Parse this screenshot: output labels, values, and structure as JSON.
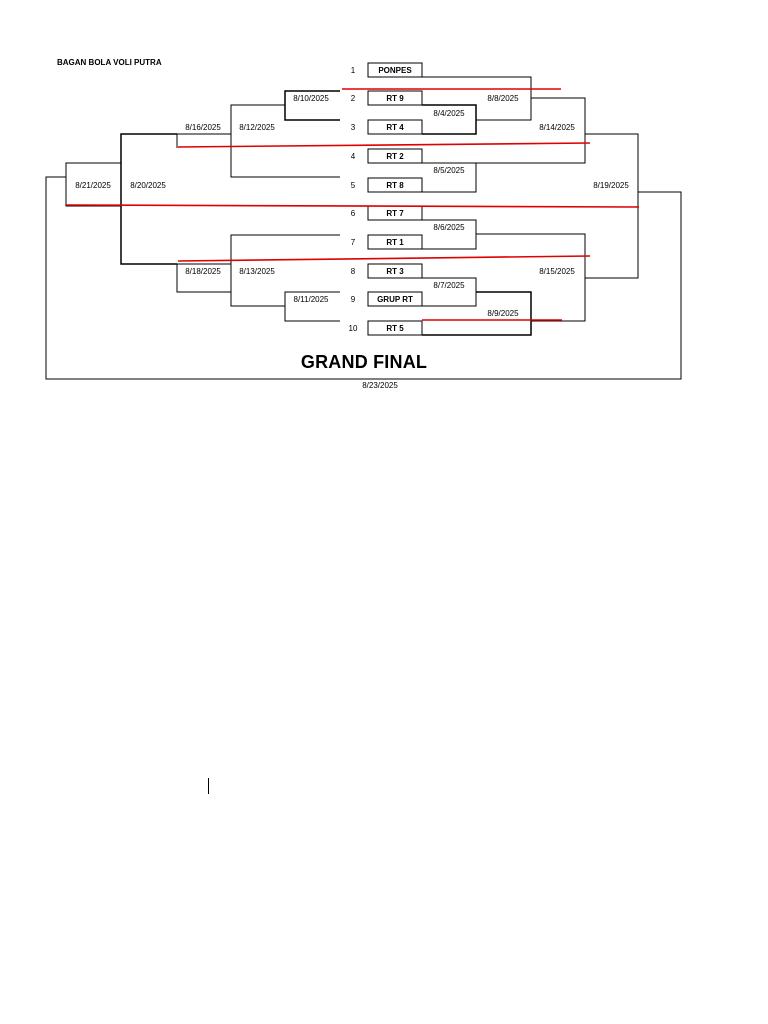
{
  "document": {
    "title": "BAGAN BOLA VOLI PUTRA",
    "grand_final_label": "GRAND FINAL",
    "grand_final_date": "8/23/2025"
  },
  "teams": [
    {
      "seed": "1",
      "name": "PONPES"
    },
    {
      "seed": "2",
      "name": "RT 9"
    },
    {
      "seed": "3",
      "name": "RT 4"
    },
    {
      "seed": "4",
      "name": "RT 2"
    },
    {
      "seed": "5",
      "name": "RT 8"
    },
    {
      "seed": "6",
      "name": "RT 7"
    },
    {
      "seed": "7",
      "name": "RT 1"
    },
    {
      "seed": "8",
      "name": "RT 3"
    },
    {
      "seed": "9",
      "name": "GRUP RT"
    },
    {
      "seed": "10",
      "name": "RT 5"
    }
  ],
  "match_dates": {
    "d_8_4": "8/4/2025",
    "d_8_5": "8/5/2025",
    "d_8_6": "8/6/2025",
    "d_8_7": "8/7/2025",
    "d_8_8": "8/8/2025",
    "d_8_9": "8/9/2025",
    "d_8_10": "8/10/2025",
    "d_8_11": "8/11/2025",
    "d_8_12": "8/12/2025",
    "d_8_13": "8/13/2025",
    "d_8_14": "8/14/2025",
    "d_8_15": "8/15/2025",
    "d_8_16": "8/16/2025",
    "d_8_18": "8/18/2025",
    "d_8_19": "8/19/2025",
    "d_8_20": "8/20/2025",
    "d_8_21": "8/21/2025"
  },
  "colors": {
    "line": "#000000",
    "strike": "#e00000"
  }
}
